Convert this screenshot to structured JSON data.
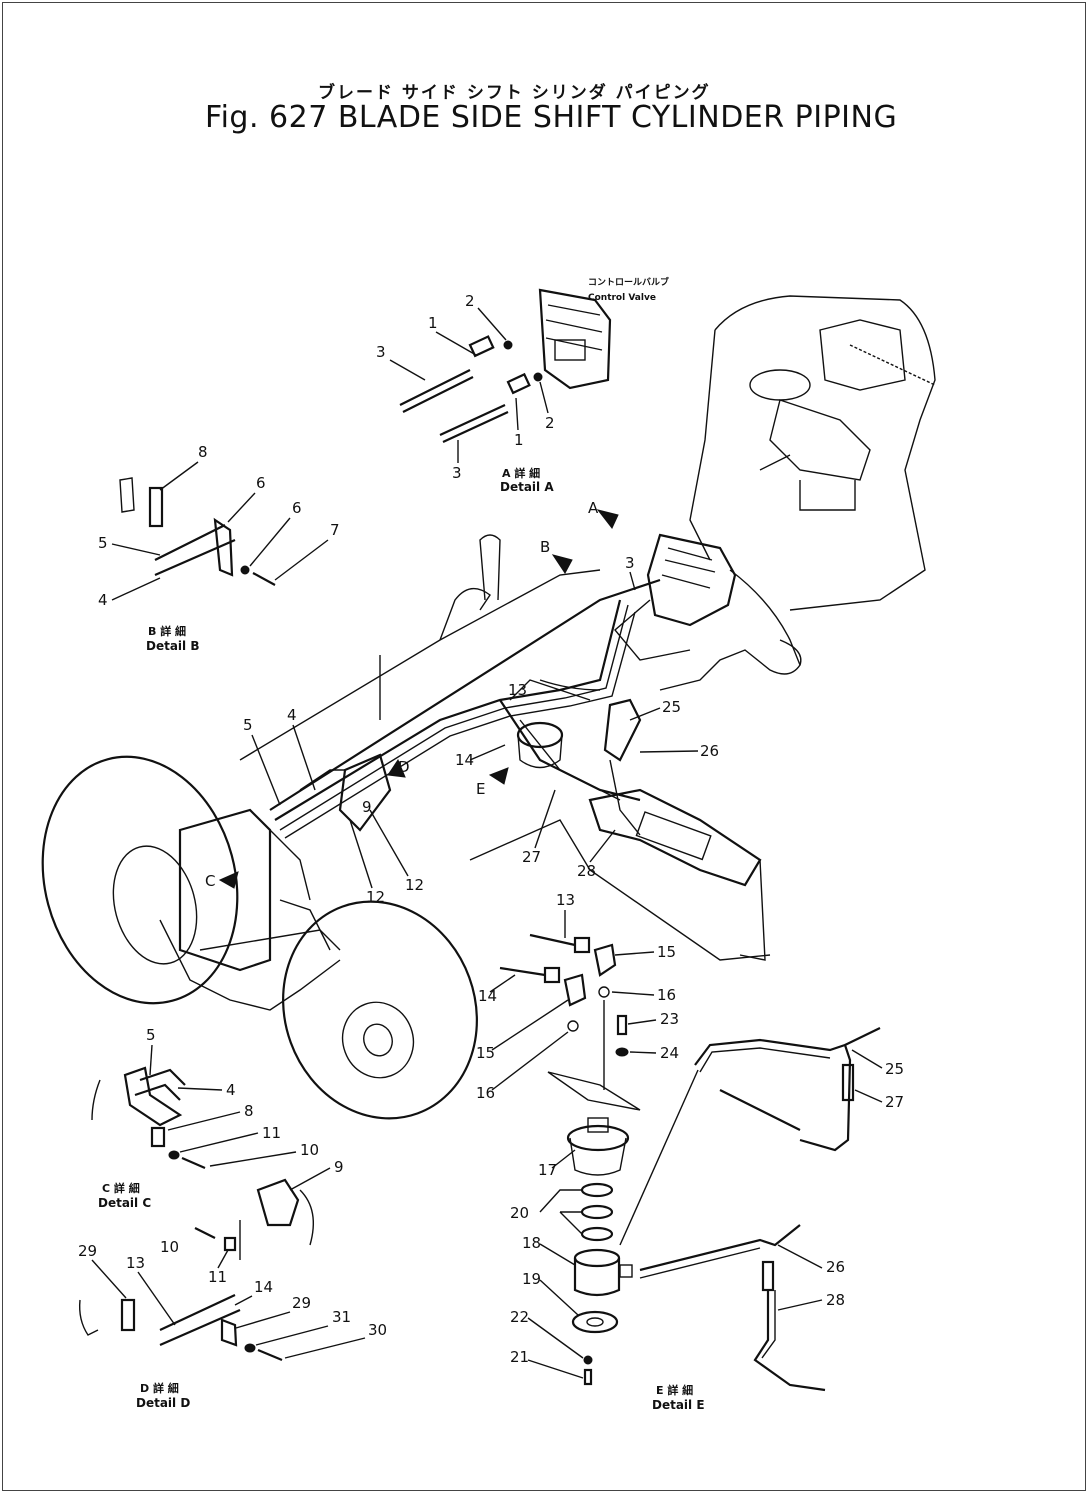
{
  "title": {
    "japanese": "ブレード サイド シフト シリンダ パイピング",
    "english": "Fig. 627 BLADE SIDE SHIFT CYLINDER PIPING"
  },
  "control_valve": {
    "japanese": "コントロールバルブ",
    "english": "Control Valve"
  },
  "details": {
    "A": {
      "japanese": "A 詳 細",
      "english": "Detail A"
    },
    "B": {
      "japanese": "B 詳 細",
      "english": "Detail B"
    },
    "C": {
      "japanese": "C 詳 細",
      "english": "Detail C"
    },
    "D": {
      "japanese": "D 詳 細",
      "english": "Detail D"
    },
    "E": {
      "japanese": "E 詳 細",
      "english": "Detail E"
    }
  },
  "view_arrows": [
    "A",
    "B",
    "C",
    "D",
    "E"
  ],
  "part_numbers": {
    "detail_a": [
      "2",
      "1",
      "3",
      "1",
      "2",
      "3"
    ],
    "detail_b": [
      "8",
      "6",
      "5",
      "6",
      "7",
      "4"
    ],
    "main": [
      "3",
      "13",
      "25",
      "26",
      "4",
      "5",
      "14",
      "9",
      "12",
      "12",
      "27",
      "28"
    ],
    "detail_e": [
      "13",
      "15",
      "16",
      "14",
      "23",
      "15",
      "24",
      "16",
      "25",
      "27",
      "17",
      "20",
      "18",
      "19",
      "22",
      "21",
      "26",
      "28"
    ],
    "detail_c": [
      "5",
      "4",
      "8",
      "11",
      "10",
      "9"
    ],
    "detail_d": [
      "10",
      "11",
      "29",
      "13",
      "14",
      "29",
      "31",
      "30"
    ]
  }
}
